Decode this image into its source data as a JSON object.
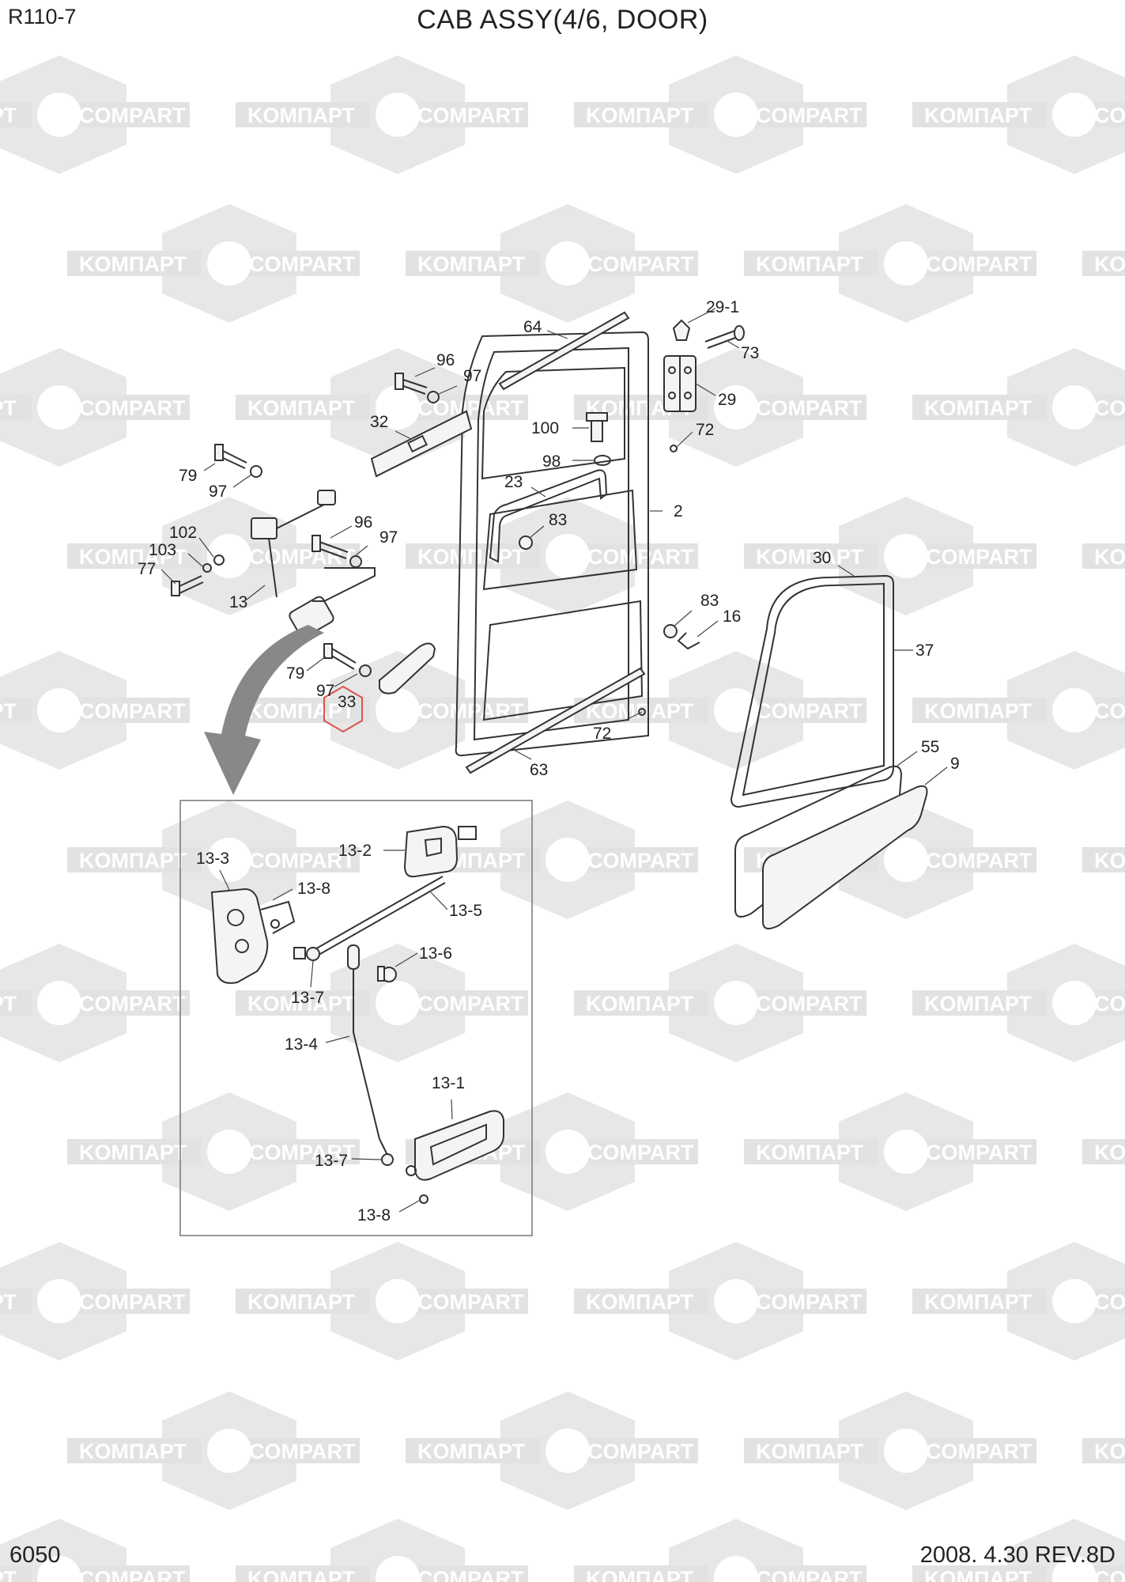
{
  "header": {
    "model": "R110-7",
    "title": "CAB ASSY(4/6, DOOR)"
  },
  "footer": {
    "page_number": "6050",
    "revision": "2008. 4.30  REV.8D"
  },
  "watermark": {
    "text_cyrillic": "KOMПАРТ",
    "text_latin": "COMPART",
    "color": "#e2e2e2"
  },
  "highlight": {
    "part": "33",
    "color": "#d9534f"
  },
  "callouts": {
    "c64": "64",
    "c29_1": "29-1",
    "c73": "73",
    "c29": "29",
    "c96a": "96",
    "c97a": "97",
    "c32": "32",
    "c100": "100",
    "c72a": "72",
    "c98": "98",
    "c23": "23",
    "c2": "2",
    "c79a": "79",
    "c97b": "97",
    "c83a": "83",
    "c102": "102",
    "c96b": "96",
    "c97c": "97",
    "c103": "103",
    "c77": "77",
    "c13": "13",
    "c30": "30",
    "c83b": "83",
    "c16": "16",
    "c37": "37",
    "c79b": "79",
    "c97d": "97",
    "c33": "33",
    "c72b": "72",
    "c63": "63",
    "c55": "55",
    "c9": "9",
    "c13_3": "13-3",
    "c13_2": "13-2",
    "c13_8a": "13-8",
    "c13_5": "13-5",
    "c13_6": "13-6",
    "c13_7a": "13-7",
    "c13_4": "13-4",
    "c13_1": "13-1",
    "c13_7b": "13-7",
    "c13_8b": "13-8"
  }
}
